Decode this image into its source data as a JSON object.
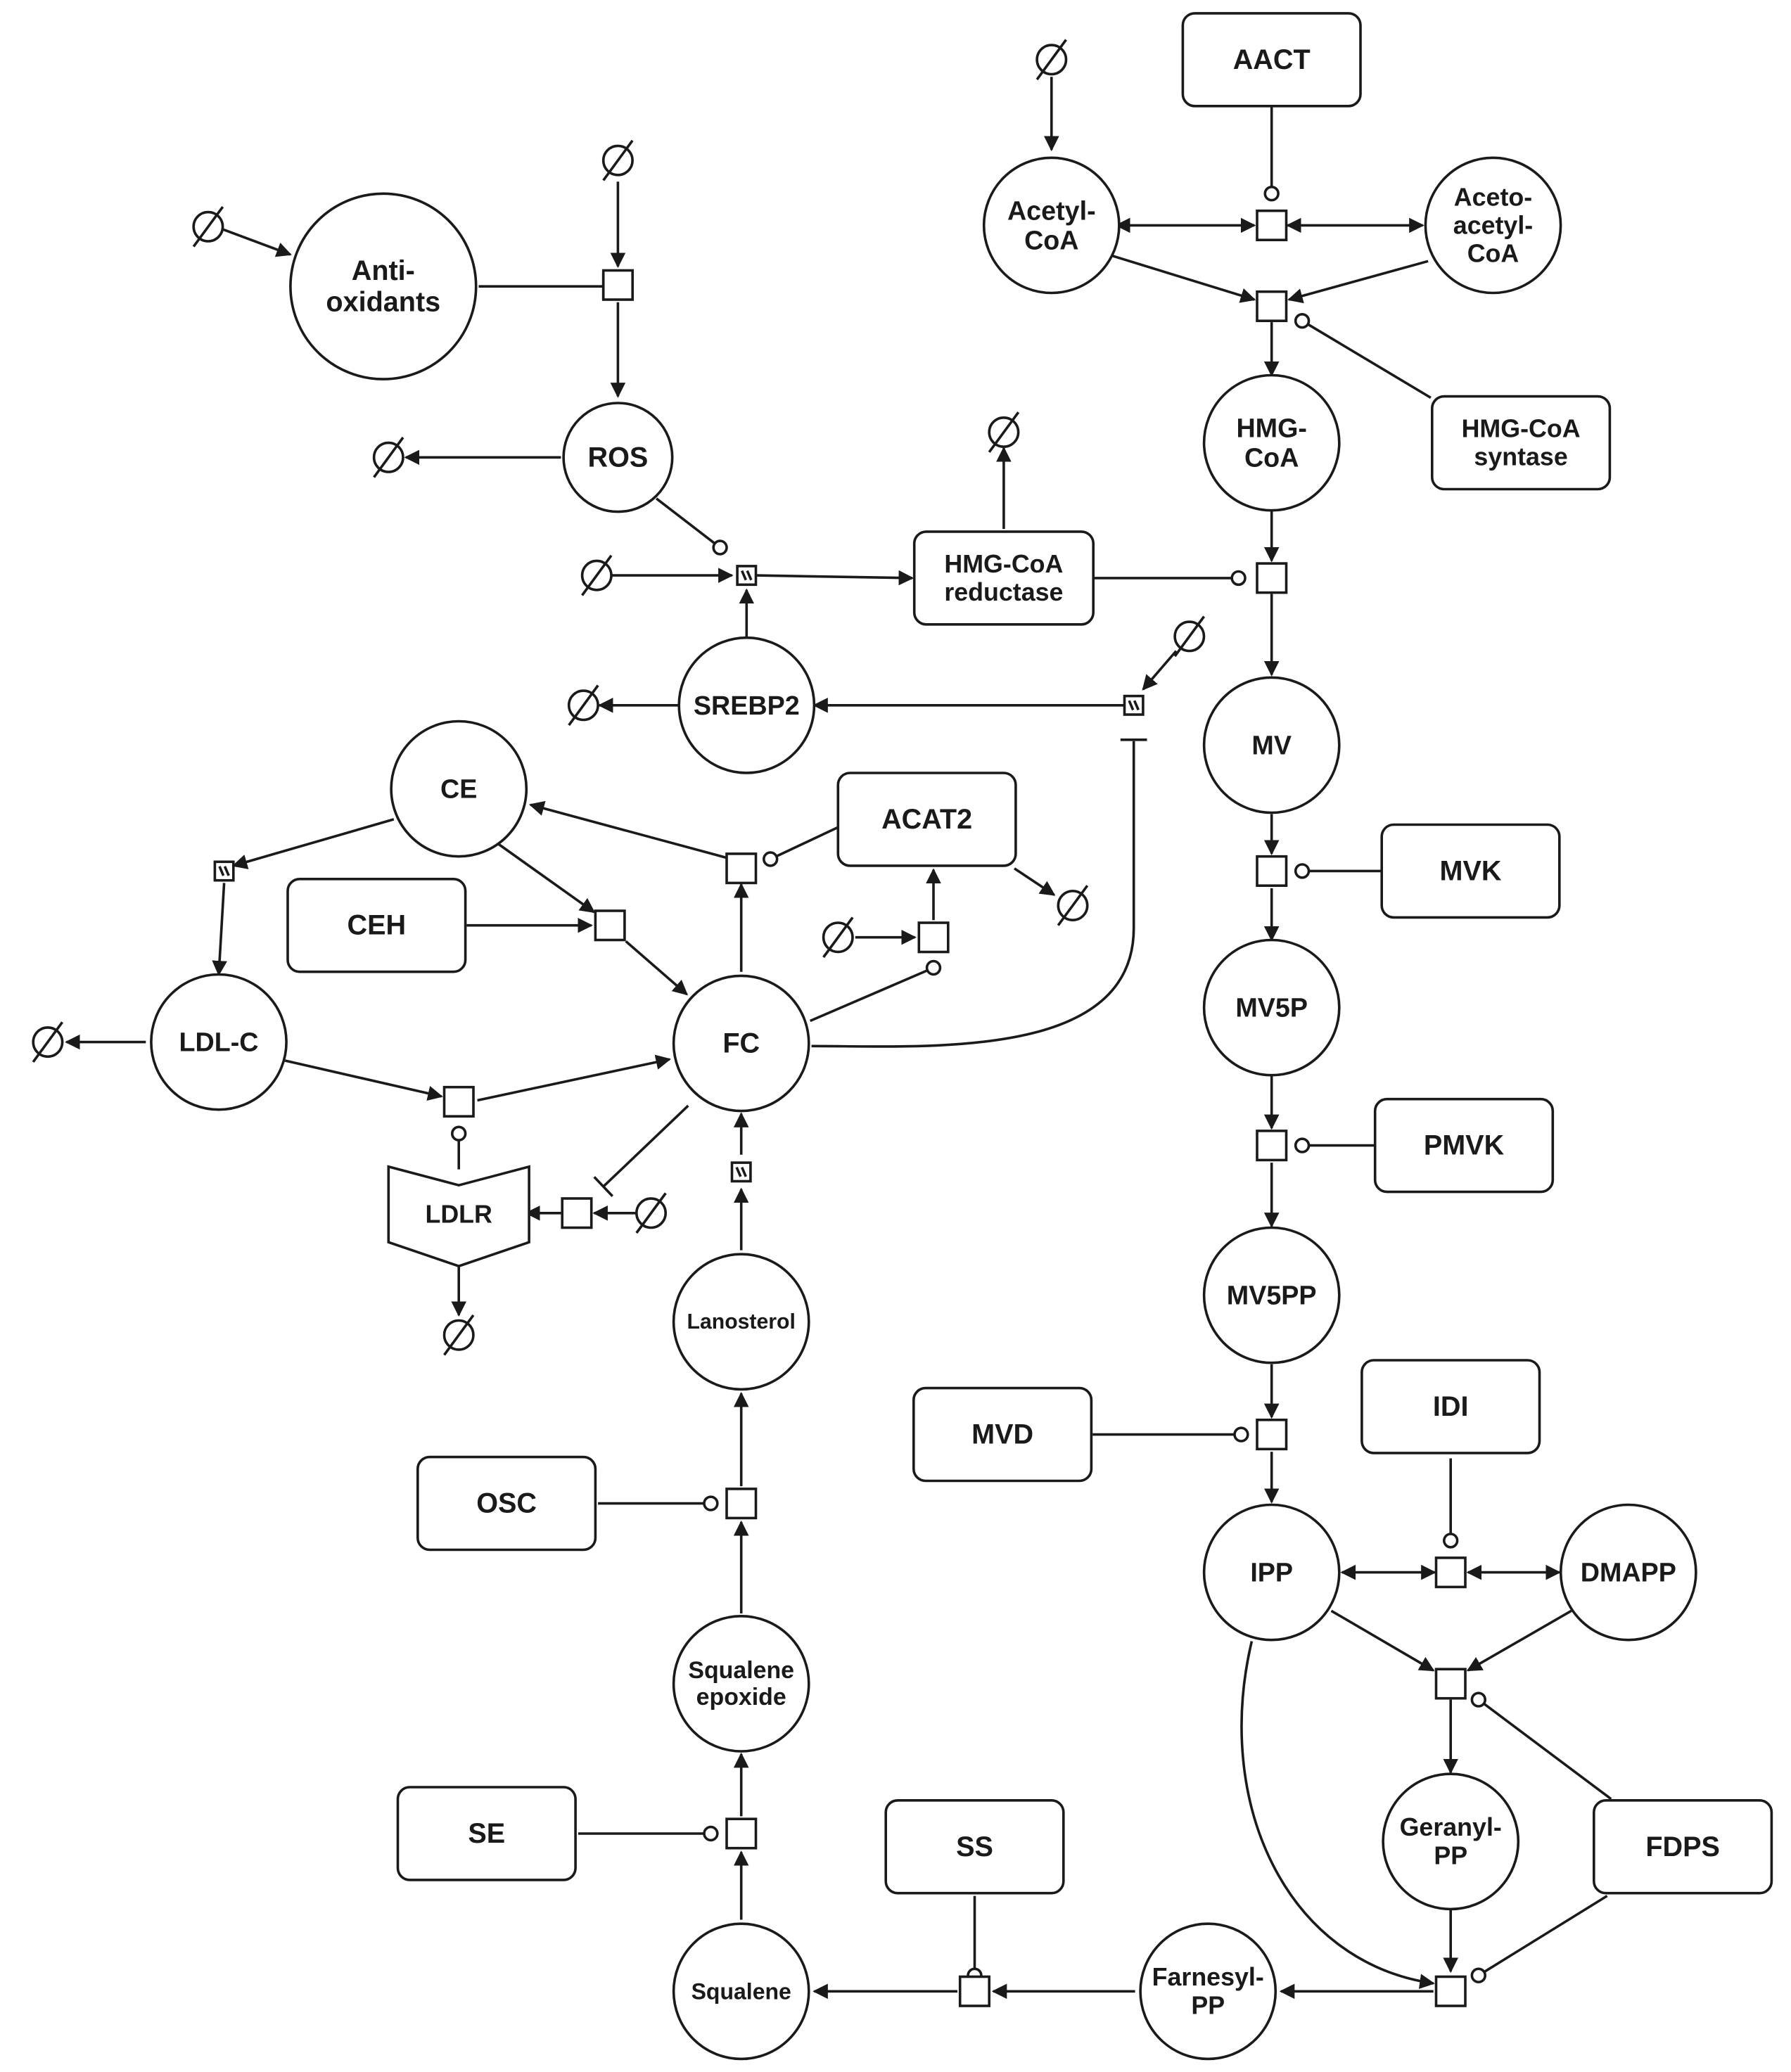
{
  "colors": {
    "stroke": "#1a1a1a",
    "fill": "#ffffff",
    "background": "#ffffff"
  },
  "labels": {
    "antioxidants": [
      "Anti-",
      "oxidants"
    ],
    "ros": [
      "ROS"
    ],
    "sink_symbol": "∅",
    "acetyl_coa": [
      "Acetyl-",
      "CoA"
    ],
    "aact": [
      "AACT"
    ],
    "acetoacetyl_coa": [
      "Aceto-",
      "acetyl-",
      "CoA"
    ],
    "hmg_coa": [
      "HMG-",
      "CoA"
    ],
    "hmg_coa_synthase": [
      "HMG-CoA",
      "syntase"
    ],
    "hmg_coa_reductase": [
      "HMG-CoA",
      "reductase"
    ],
    "srebp2": [
      "SREBP2"
    ],
    "mv": [
      "MV"
    ],
    "mvk": [
      "MVK"
    ],
    "mv5p": [
      "MV5P"
    ],
    "pmvk": [
      "PMVK"
    ],
    "mv5pp": [
      "MV5PP"
    ],
    "mvd": [
      "MVD"
    ],
    "idi": [
      "IDI"
    ],
    "ipp": [
      "IPP"
    ],
    "dmapp": [
      "DMAPP"
    ],
    "geranyl_pp": [
      "Geranyl-",
      "PP"
    ],
    "fdps": [
      "FDPS"
    ],
    "farnesyl_pp": [
      "Farnesyl-",
      "PP"
    ],
    "ss": [
      "SS"
    ],
    "squalene": [
      "Squalene"
    ],
    "se": [
      "SE"
    ],
    "squalene_epoxide": [
      "Squalene",
      "epoxide"
    ],
    "osc": [
      "OSC"
    ],
    "lanosterol": [
      "Lanosterol"
    ],
    "ce": [
      "CE"
    ],
    "ceh": [
      "CEH"
    ],
    "acat2": [
      "ACAT2"
    ],
    "fc": [
      "FC"
    ],
    "ldl_c": [
      "LDL-C"
    ],
    "ldlr": [
      "LDLR"
    ]
  }
}
